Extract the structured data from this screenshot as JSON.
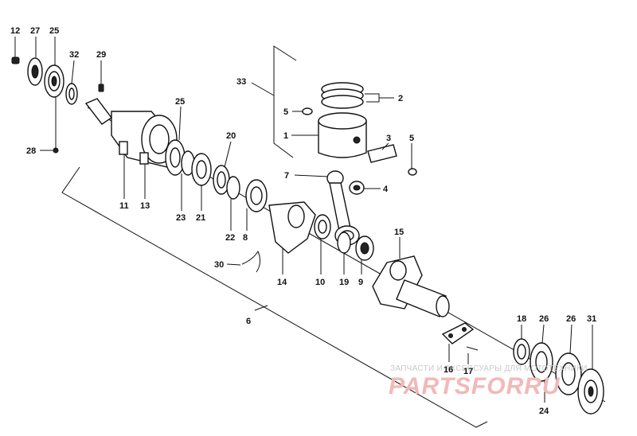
{
  "callouts": [
    {
      "id": "12",
      "label": "12"
    },
    {
      "id": "27",
      "label": "27"
    },
    {
      "id": "25a",
      "label": "25"
    },
    {
      "id": "32",
      "label": "32"
    },
    {
      "id": "29",
      "label": "29"
    },
    {
      "id": "28",
      "label": "28"
    },
    {
      "id": "25b",
      "label": "25"
    },
    {
      "id": "11",
      "label": "11"
    },
    {
      "id": "13",
      "label": "13"
    },
    {
      "id": "23",
      "label": "23"
    },
    {
      "id": "21",
      "label": "21"
    },
    {
      "id": "20",
      "label": "20"
    },
    {
      "id": "22",
      "label": "22"
    },
    {
      "id": "8",
      "label": "8"
    },
    {
      "id": "33",
      "label": "33"
    },
    {
      "id": "5a",
      "label": "5"
    },
    {
      "id": "1",
      "label": "1"
    },
    {
      "id": "2",
      "label": "2"
    },
    {
      "id": "3",
      "label": "3"
    },
    {
      "id": "5b",
      "label": "5"
    },
    {
      "id": "7",
      "label": "7"
    },
    {
      "id": "4",
      "label": "4"
    },
    {
      "id": "30",
      "label": "30"
    },
    {
      "id": "14",
      "label": "14"
    },
    {
      "id": "10",
      "label": "10"
    },
    {
      "id": "19",
      "label": "19"
    },
    {
      "id": "9",
      "label": "9"
    },
    {
      "id": "15",
      "label": "15"
    },
    {
      "id": "6",
      "label": "6"
    },
    {
      "id": "18",
      "label": "18"
    },
    {
      "id": "26a",
      "label": "26"
    },
    {
      "id": "26b",
      "label": "26"
    },
    {
      "id": "31",
      "label": "31"
    },
    {
      "id": "16",
      "label": "16"
    },
    {
      "id": "17",
      "label": "17"
    },
    {
      "id": "24",
      "label": "24"
    }
  ],
  "watermark": {
    "tagline": "ЗАПЧАСТИ И АКСЕССУАРЫ ДЛЯ МОТОТЕХНИКИ",
    "logo": "PARTSFORRU"
  }
}
